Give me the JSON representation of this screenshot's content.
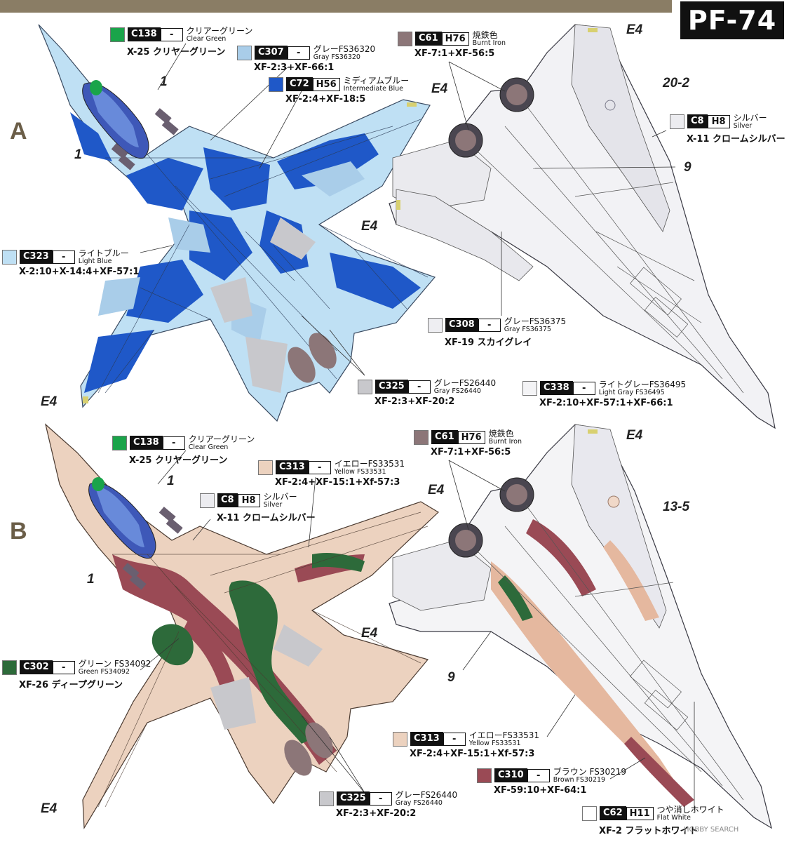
{
  "product_code": "PF-74",
  "sections": [
    "A",
    "B"
  ],
  "callouts": {
    "a": [
      "1",
      "1",
      "E4",
      "E4",
      "E4",
      "E4",
      "20-2",
      "9"
    ],
    "b": [
      "1",
      "1",
      "E4",
      "E4",
      "E4",
      "E4",
      "13-5",
      "9"
    ]
  },
  "legend": [
    {
      "code": "C138",
      "h": "-",
      "jp": "クリアーグリーン",
      "en": "Clear Green",
      "mix": "X-25 クリヤーグリーン",
      "color": "#1aa44a"
    },
    {
      "code": "C307",
      "h": "-",
      "jp": "グレーFS36320",
      "en": "Gray FS36320",
      "mix": "XF-2:3+XF-66:1",
      "color": "#a9cde9"
    },
    {
      "code": "C72",
      "h": "H56",
      "jp": "ミディアムブルー",
      "en": "Intermediate Blue",
      "mix": "XF-2:4+XF-18:5",
      "color": "#1f58c8"
    },
    {
      "code": "C61",
      "h": "H76",
      "jp": "焼鉄色",
      "en": "Burnt Iron",
      "mix": "XF-7:1+XF-56:5",
      "color": "#8c7678"
    },
    {
      "code": "C8",
      "h": "H8",
      "jp": "シルバー",
      "en": "Silver",
      "mix": "X-11 クロームシルバー",
      "color": "#ececf0"
    },
    {
      "code": "C323",
      "h": "-",
      "jp": "ライトブルー",
      "en": "Light Blue",
      "mix": "X-2:10+X-14:4+XF-57:1",
      "color": "#bfe0f4"
    },
    {
      "code": "C308",
      "h": "-",
      "jp": "グレーFS36375",
      "en": "Gray FS36375",
      "mix": "XF-19 スカイグレイ",
      "color": "#eeeef2"
    },
    {
      "code": "C325",
      "h": "-",
      "jp": "グレーFS26440",
      "en": "Gray FS26440",
      "mix": "XF-2:3+XF-20:2",
      "color": "#c8c8cc"
    },
    {
      "code": "C338",
      "h": "-",
      "jp": "ライトグレーFS36495",
      "en": "Light Gray FS36495",
      "mix": "XF-2:10+XF-57:1+XF-66:1",
      "color": "#f4f4f6"
    },
    {
      "code": "C138",
      "h": "-",
      "jp": "クリアーグリーン",
      "en": "Clear Green",
      "mix": "X-25 クリヤーグリーン",
      "color": "#1aa44a"
    },
    {
      "code": "C313",
      "h": "-",
      "jp": "イエローFS33531",
      "en": "Yellow FS33531",
      "mix": "XF-2:4+XF-15:1+Xf-57:3",
      "color": "#ecd2bf"
    },
    {
      "code": "C8",
      "h": "H8",
      "jp": "シルバー",
      "en": "Silver",
      "mix": "X-11 クロームシルバー",
      "color": "#ececf0"
    },
    {
      "code": "C61",
      "h": "H76",
      "jp": "焼鉄色",
      "en": "Burnt Iron",
      "mix": "XF-7:1+XF-56:5",
      "color": "#8c7678"
    },
    {
      "code": "C302",
      "h": "-",
      "jp": "グリーン FS34092",
      "en": "Green FS34092",
      "mix": "XF-26 ディープグリーン",
      "color": "#2d6a3a"
    },
    {
      "code": "C313",
      "h": "-",
      "jp": "イエローFS33531",
      "en": "Yellow FS33531",
      "mix": "XF-2:4+XF-15:1+Xf-57:3",
      "color": "#ecd2bf"
    },
    {
      "code": "C310",
      "h": "-",
      "jp": "ブラウン FS30219",
      "en": "Brown FS30219",
      "mix": "XF-59:10+XF-64:1",
      "color": "#9a4a55"
    },
    {
      "code": "C325",
      "h": "-",
      "jp": "グレーFS26440",
      "en": "Gray FS26440",
      "mix": "XF-2:3+XF-20:2",
      "color": "#c8c8cc"
    },
    {
      "code": "C62",
      "h": "H11",
      "jp": "つや消しホワイト",
      "en": "Flat White",
      "mix": "XF-2 フラットホワイト",
      "color": "#ffffff"
    }
  ],
  "watermark": "HOBBY SEARCH"
}
